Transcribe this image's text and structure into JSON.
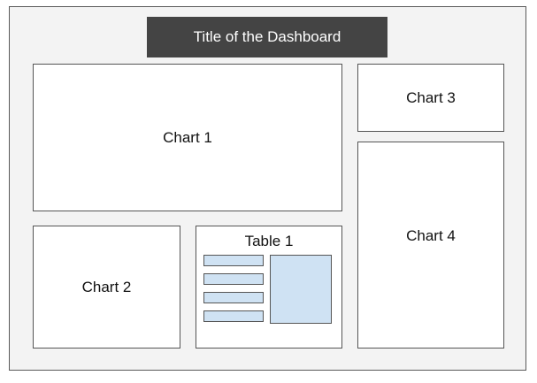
{
  "title": "Title of the Dashboard",
  "panels": {
    "chart1": "Chart 1",
    "chart2": "Chart 2",
    "chart3": "Chart 3",
    "chart4": "Chart 4",
    "table1": "Table 1"
  },
  "colors": {
    "frame_background": "#f3f3f3",
    "title_background": "#444444",
    "title_text": "#ffffff",
    "panel_background": "#ffffff",
    "table_fill": "#cfe2f3",
    "border": "#555555"
  },
  "table1": {
    "row_count": 4
  }
}
